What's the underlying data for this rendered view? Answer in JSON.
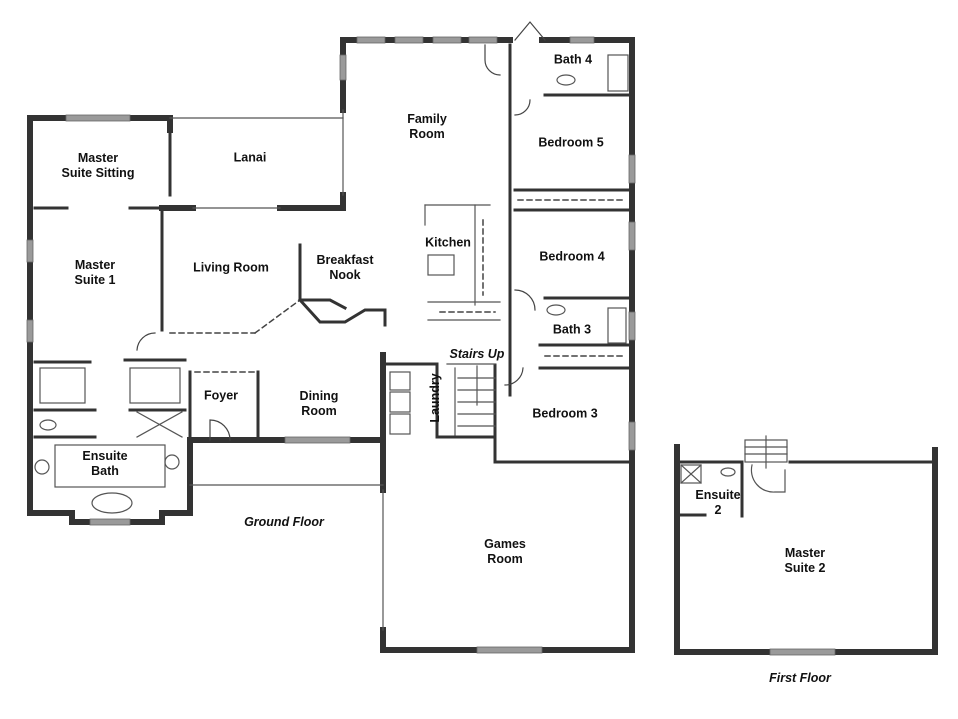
{
  "floor_plan": {
    "captions": {
      "ground_floor": "Ground Floor",
      "first_floor": "First Floor",
      "stairs_up": "Stairs Up"
    },
    "rooms": {
      "master_suite_sitting": "Master\nSuite Sitting",
      "lanai": "Lanai",
      "family_room": "Family\nRoom",
      "bath_4": "Bath 4",
      "bedroom_5": "Bedroom 5",
      "master_suite_1": "Master\nSuite 1",
      "living_room": "Living Room",
      "breakfast_nook": "Breakfast\nNook",
      "kitchen": "Kitchen",
      "bedroom_4": "Bedroom 4",
      "bath_3": "Bath 3",
      "foyer": "Foyer",
      "dining_room": "Dining\nRoom",
      "laundry": "Laundry",
      "bedroom_3": "Bedroom 3",
      "ensuite_bath": "Ensuite\nBath",
      "games_room": "Games\nRoom",
      "ensuite_2": "Ensuite\n2",
      "master_suite_2": "Master\nSuite 2"
    },
    "colors": {
      "wall": "#333333",
      "window": "#9a9a9a",
      "line": "#444444",
      "background": "#ffffff"
    }
  }
}
